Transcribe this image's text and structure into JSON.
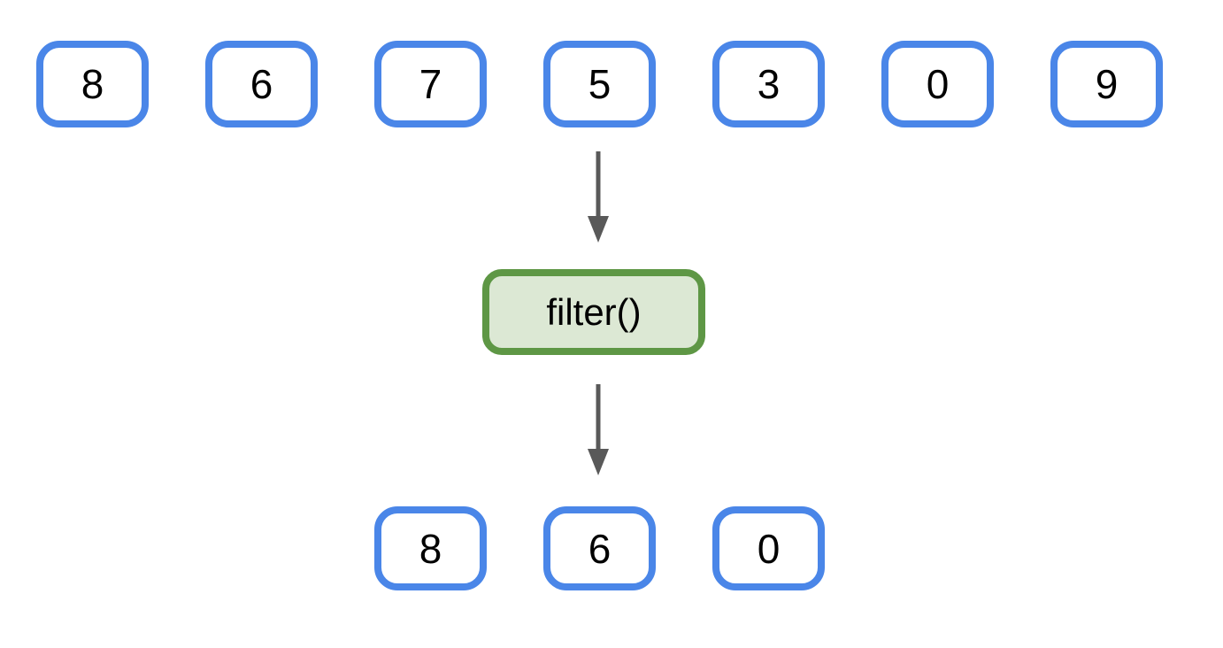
{
  "diagram": {
    "description": "Array filter operation diagram",
    "input_values": [
      "8",
      "6",
      "7",
      "5",
      "3",
      "0",
      "9"
    ],
    "function_label": "filter()",
    "output_values": [
      "8",
      "6",
      "0"
    ],
    "colors": {
      "box_border_blue": "#4A86E8",
      "box_fill_white": "#ffffff",
      "function_border_green": "#5E9745",
      "function_fill_green": "#DCE8D4",
      "arrow_gray": "#595959",
      "text_black": "#000000",
      "background": "#ffffff"
    }
  }
}
